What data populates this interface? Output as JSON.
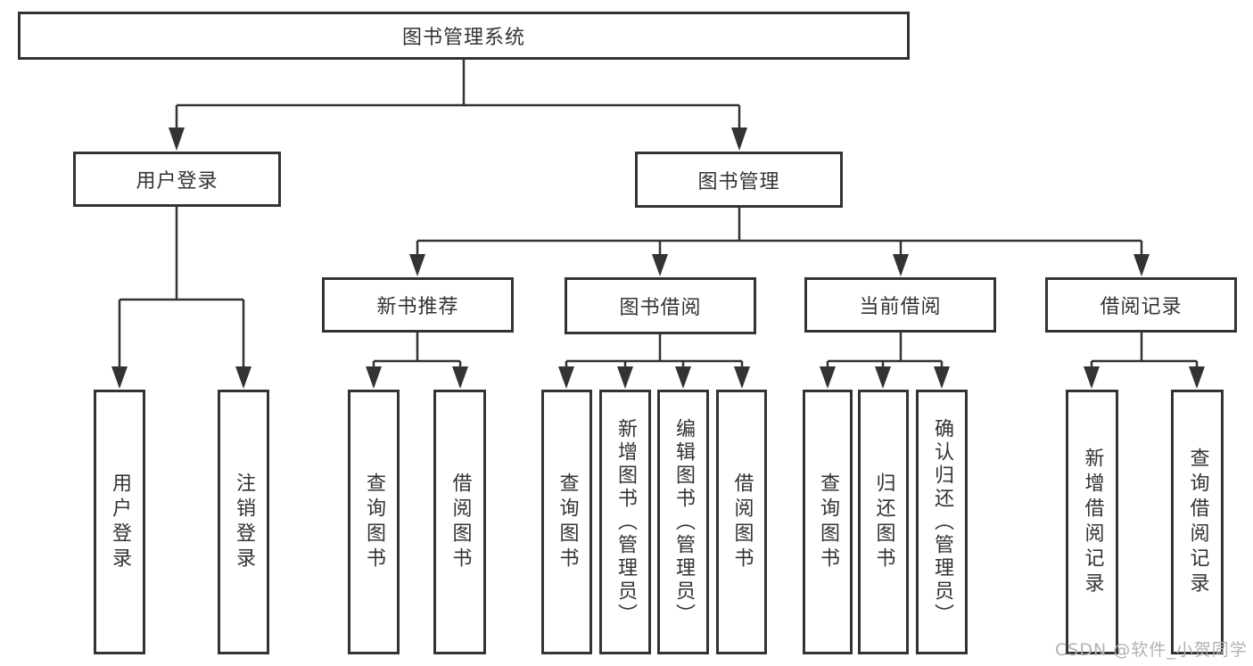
{
  "diagram": {
    "title": "图书管理系统",
    "nodes": {
      "root": "图书管理系统",
      "user_login": "用户登录",
      "book_management": "图书管理",
      "new_book_recommend": "新书推荐",
      "book_borrowing": "图书借阅",
      "current_borrowing": "当前借阅",
      "borrowing_records": "借阅记录",
      "leaf_user_login": "用户登录",
      "leaf_logout": "注销登录",
      "leaf_query_books_newrec": "查询图书",
      "leaf_borrow_books_newrec": "借阅图书",
      "leaf_query_books_borrow": "查询图书",
      "leaf_add_books_admin": "新增图书（管理员）",
      "leaf_edit_books_admin": "编辑图书（管理员）",
      "leaf_borrow_books_borrow": "借阅图书",
      "leaf_query_books_current": "查询图书",
      "leaf_return_books": "归还图书",
      "leaf_confirm_return_admin": "确认归还（管理员）",
      "leaf_add_borrow_record": "新增借阅记录",
      "leaf_query_borrow_record": "查询借阅记录"
    },
    "watermark": "CSDN @软件_小贺同学",
    "colors": {
      "line": "#333333",
      "text": "#333333",
      "background": "#ffffff",
      "watermark": "#b6b0b3"
    }
  }
}
